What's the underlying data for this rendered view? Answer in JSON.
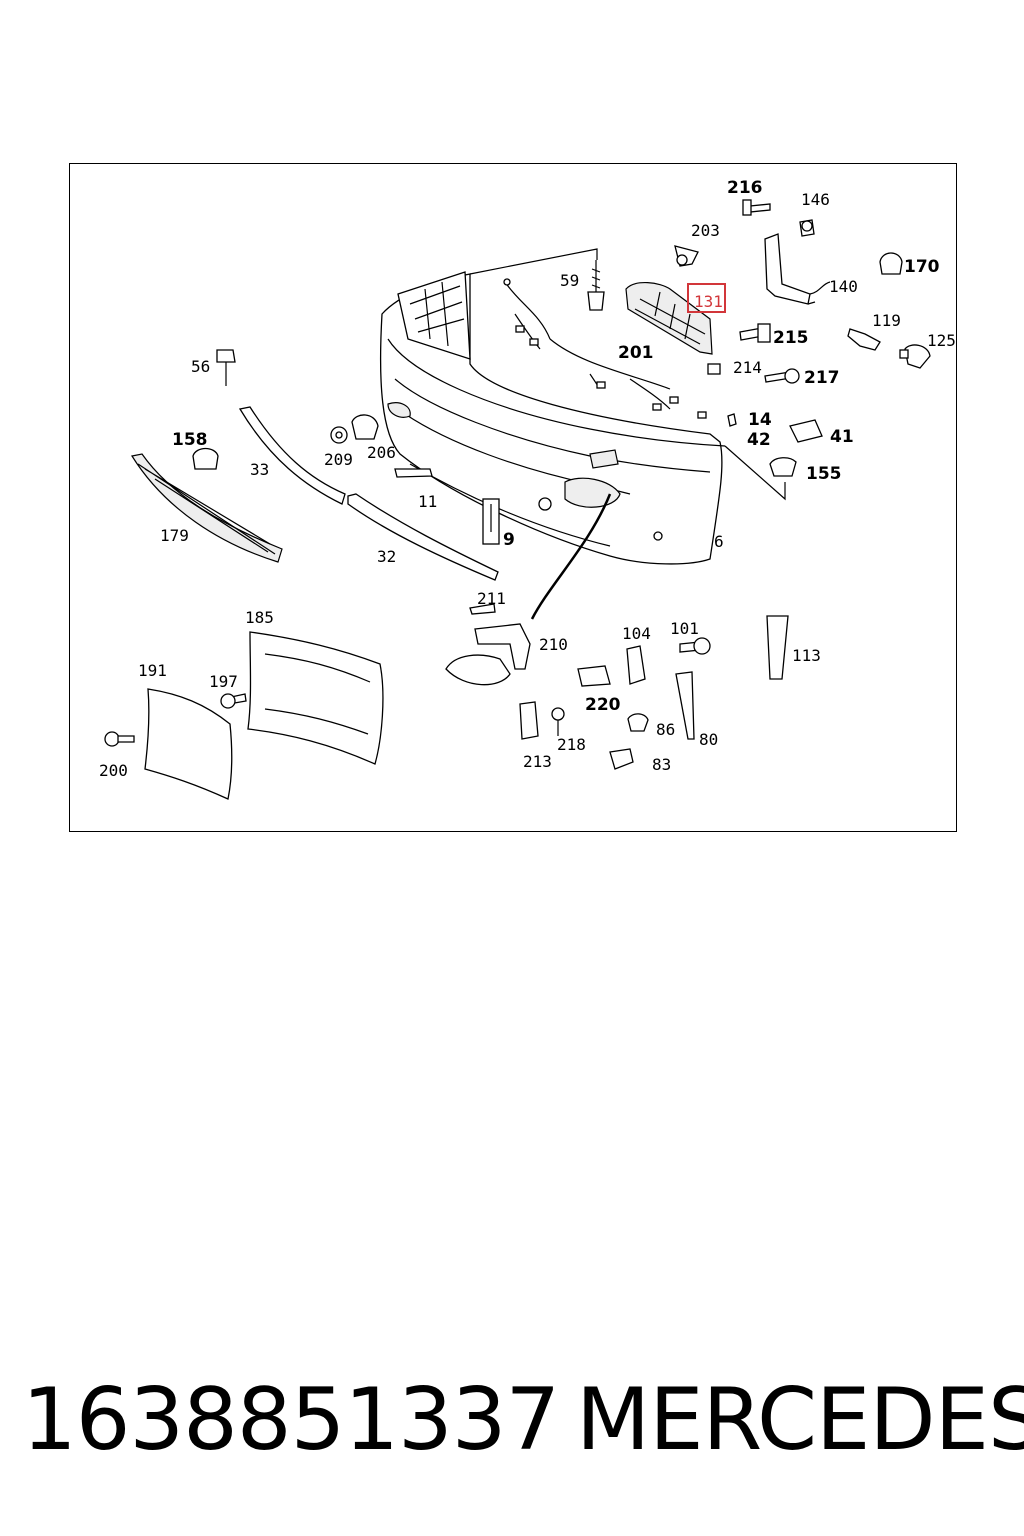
{
  "diagram": {
    "highlight_color": "#d2363a",
    "highlighted_callout": "131",
    "callouts": [
      "216",
      "146",
      "203",
      "170",
      "59",
      "140",
      "131",
      "215",
      "119",
      "125",
      "56",
      "201",
      "214",
      "217",
      "14",
      "42",
      "41",
      "158",
      "33",
      "209",
      "206",
      "155",
      "11",
      "6",
      "9",
      "179",
      "32",
      "211",
      "185",
      "210",
      "104",
      "101",
      "113",
      "191",
      "197",
      "220",
      "86",
      "200",
      "218",
      "213",
      "80",
      "83"
    ]
  },
  "footer": {
    "part_number": "1638851337",
    "brand": "MERCEDES"
  }
}
